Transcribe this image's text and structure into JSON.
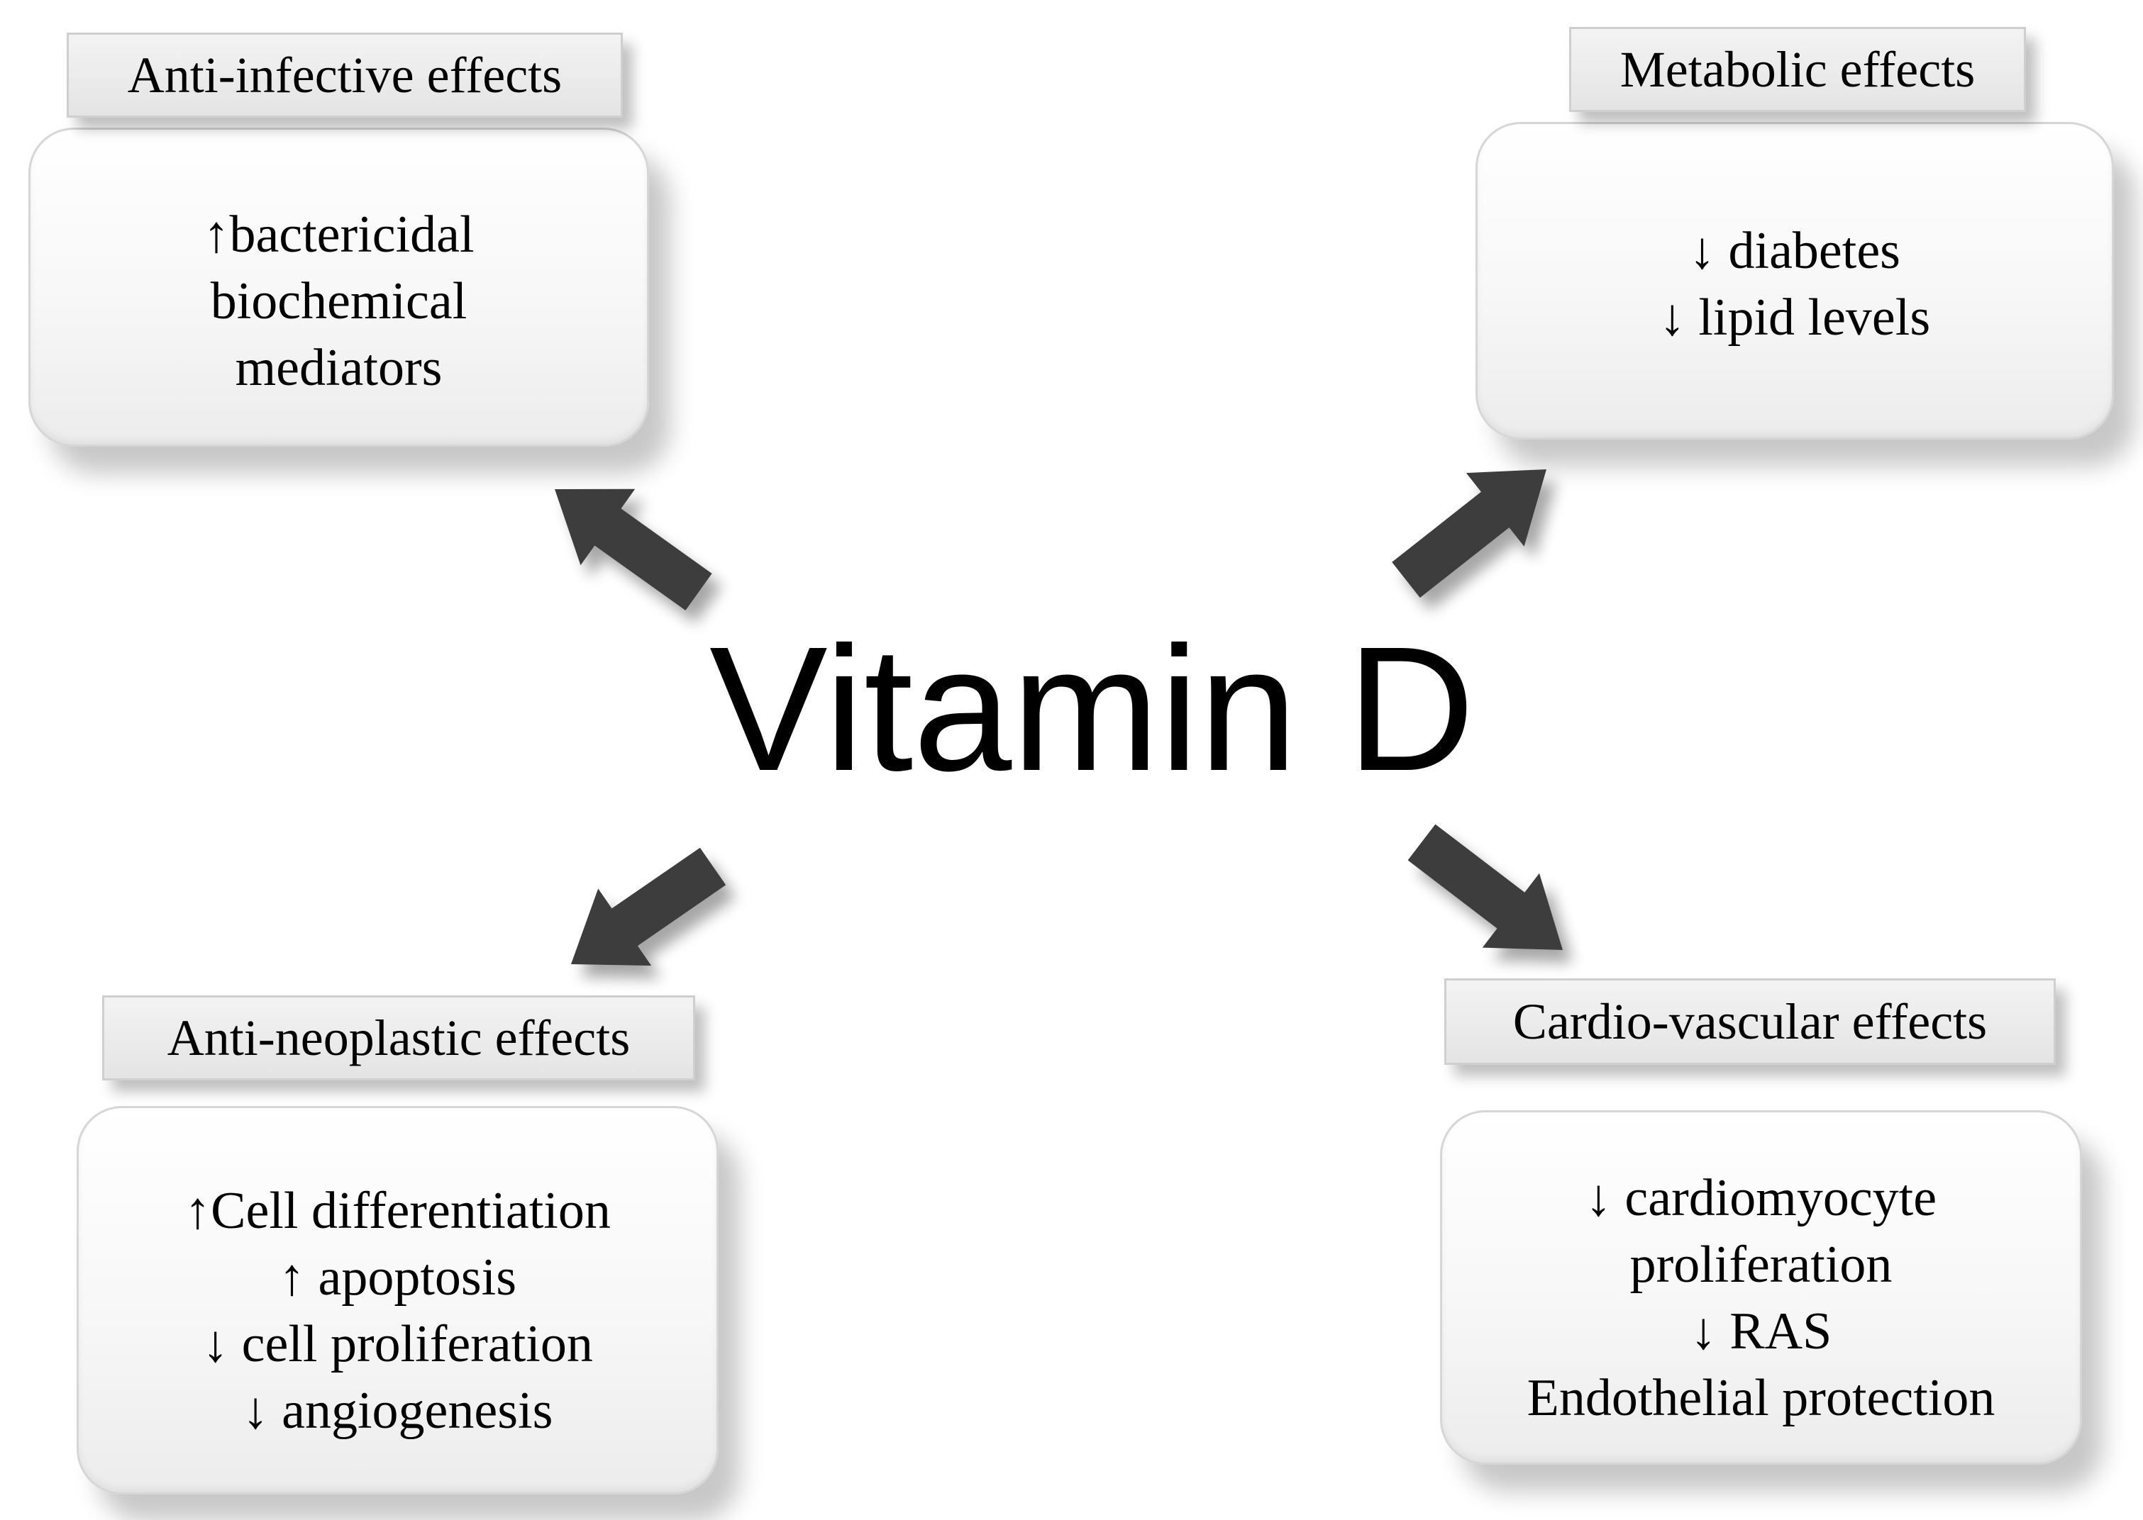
{
  "center": {
    "title": "Vitamin D"
  },
  "effects": [
    {
      "id": "anti-infective",
      "label": "Anti-infective effects",
      "lines": [
        "↑bactericidal",
        "biochemical",
        "mediators"
      ]
    },
    {
      "id": "metabolic",
      "label": "Metabolic effects",
      "lines": [
        "↓ diabetes",
        "↓ lipid levels"
      ]
    },
    {
      "id": "anti-neoplastic",
      "label": "Anti-neoplastic effects",
      "lines": [
        "↑Cell differentiation",
        "↑ apoptosis",
        "↓ cell proliferation",
        "↓ angiogenesis"
      ]
    },
    {
      "id": "cardio-vascular",
      "label": "Cardio-vascular effects",
      "lines": [
        "↓ cardiomyocyte",
        "proliferation",
        "↓ RAS",
        "Endothelial protection"
      ]
    }
  ],
  "colors": {
    "arrow": "#3d3d3d",
    "text": "#000000"
  }
}
